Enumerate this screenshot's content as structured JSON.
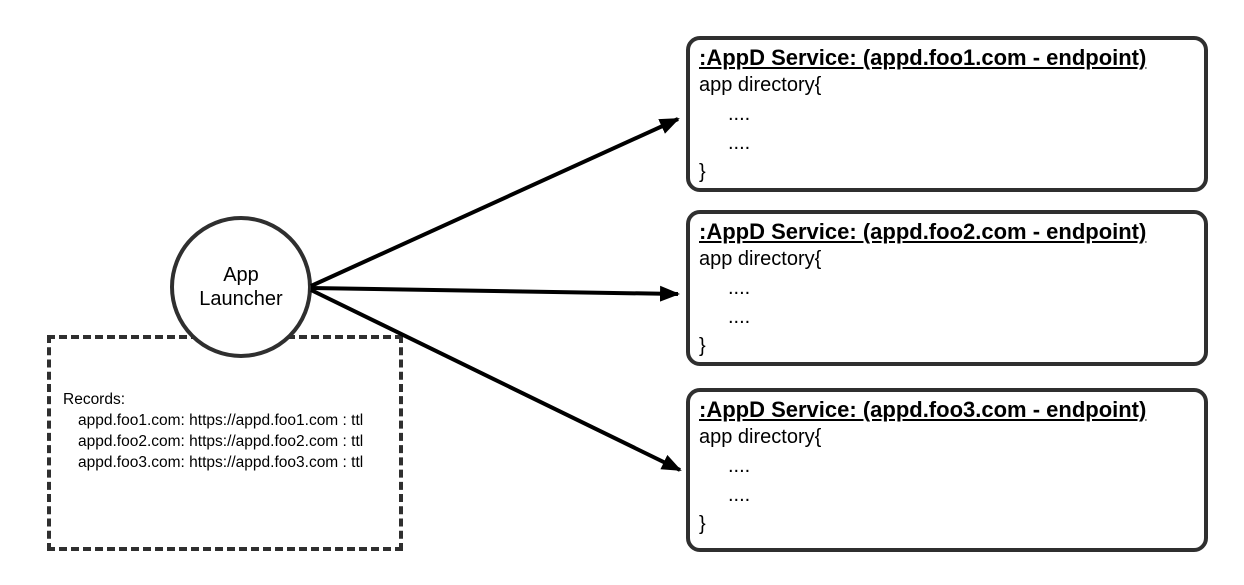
{
  "colors": {
    "bg": "#ffffff",
    "stroke": "#2f2f2f",
    "text": "#000000",
    "arrow": "#000000"
  },
  "launcher": {
    "label_line1": "App",
    "label_line2": "Launcher"
  },
  "records": {
    "title": "Records:",
    "entries": [
      "appd.foo1.com: https://appd.foo1.com : ttl",
      "appd.foo2.com: https://appd.foo2.com : ttl",
      "appd.foo3.com: https://appd.foo3.com : ttl"
    ]
  },
  "services": [
    {
      "title": ":AppD Service: (appd.foo1.com - endpoint)",
      "body": [
        "app directory{",
        "....",
        "....",
        "}"
      ]
    },
    {
      "title": ":AppD Service: (appd.foo2.com - endpoint)",
      "body": [
        "app directory{",
        "....",
        "....",
        "}"
      ]
    },
    {
      "title": ":AppD Service: (appd.foo3.com - endpoint)",
      "body": [
        "app directory{",
        "....",
        "....",
        "}"
      ]
    }
  ]
}
